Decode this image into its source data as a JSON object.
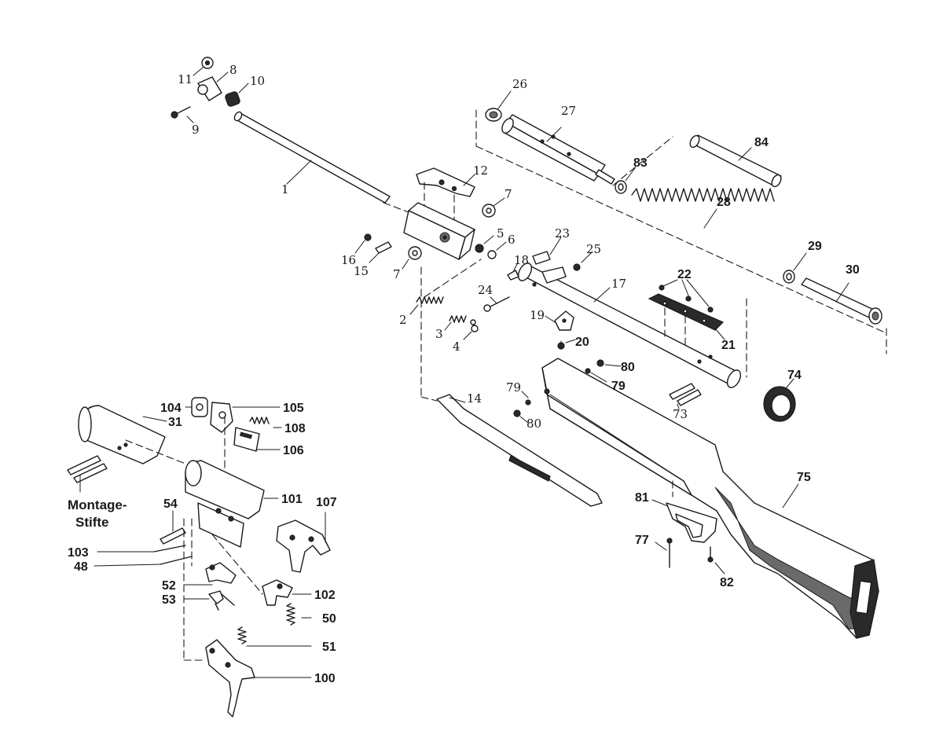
{
  "labels": {
    "p1": "1",
    "p2": "2",
    "p3": "3",
    "p4": "4",
    "p5": "5",
    "p6": "6",
    "p7a": "7",
    "p7b": "7",
    "p8": "8",
    "p9": "9",
    "p10": "10",
    "p11": "11",
    "p12": "12",
    "p14": "14",
    "p15": "15",
    "p16": "16",
    "p17": "17",
    "p18": "18",
    "p19": "19",
    "p20": "20",
    "p21": "21",
    "p22": "22",
    "p23": "23",
    "p24": "24",
    "p25": "25",
    "p26": "26",
    "p27": "27",
    "p28": "28",
    "p29": "29",
    "p30": "30",
    "p31": "31",
    "p48": "48",
    "p50": "50",
    "p51": "51",
    "p52": "52",
    "p53": "53",
    "p54": "54",
    "p73": "73",
    "p74": "74",
    "p75": "75",
    "p77": "77",
    "p79a": "79",
    "p79b": "79",
    "p80a": "80",
    "p80b": "80",
    "p81": "81",
    "p82": "82",
    "p83": "83",
    "p84": "84",
    "p100": "100",
    "p101": "101",
    "p102": "102",
    "p103": "103",
    "p104": "104",
    "p105": "105",
    "p106": "106",
    "p107": "107",
    "p108": "108"
  },
  "note": {
    "line1": "Montage-",
    "line2": "Stifte"
  }
}
